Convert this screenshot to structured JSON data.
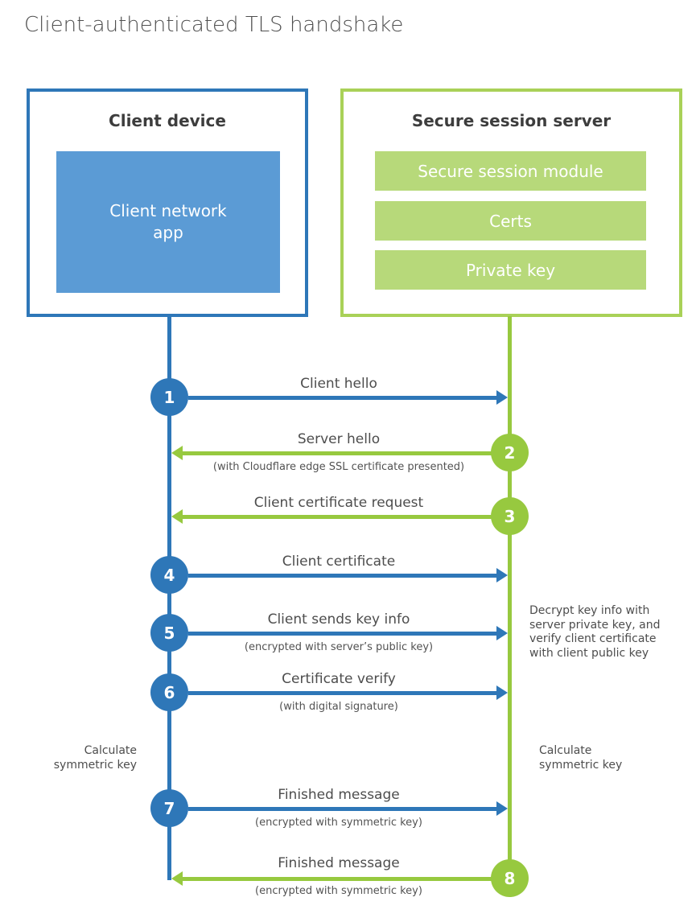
{
  "title": "Client-authenticated TLS handshake",
  "colors": {
    "blue": "#2e77b8",
    "blue_fill": "#5b9bd5",
    "green": "#97c93f",
    "green_border": "#a9d158",
    "green_fill": "#b7d97a"
  },
  "client_box": {
    "title": "Client device",
    "app_label": "Client network\napp"
  },
  "server_box": {
    "title": "Secure session server",
    "modules": [
      "Secure session module",
      "Certs",
      "Private key"
    ]
  },
  "steps": [
    {
      "num": "1",
      "side": "client",
      "direction": "right",
      "label": "Client hello",
      "sublabel": ""
    },
    {
      "num": "2",
      "side": "server",
      "direction": "left",
      "label": "Server hello",
      "sublabel": "(with Cloudflare edge SSL certificate presented)"
    },
    {
      "num": "3",
      "side": "server",
      "direction": "left",
      "label": "Client certificate request",
      "sublabel": ""
    },
    {
      "num": "4",
      "side": "client",
      "direction": "right",
      "label": "Client certificate",
      "sublabel": ""
    },
    {
      "num": "5",
      "side": "client",
      "direction": "right",
      "label": "Client sends key info",
      "sublabel": "(encrypted with server’s public key)"
    },
    {
      "num": "6",
      "side": "client",
      "direction": "right",
      "label": "Certificate verify",
      "sublabel": "(with digital signature)"
    },
    {
      "num": "7",
      "side": "client",
      "direction": "right",
      "label": "Finished message",
      "sublabel": "(encrypted with symmetric key)"
    },
    {
      "num": "8",
      "side": "server",
      "direction": "left",
      "label": "Finished message",
      "sublabel": "(encrypted with symmetric key)"
    }
  ],
  "annotations": {
    "decrypt_note": "Decrypt key info with\nserver private key, and\nverify client certificate\nwith client public key",
    "calc_left": "Calculate\nsymmetric key",
    "calc_right": "Calculate\nsymmetric key"
  }
}
